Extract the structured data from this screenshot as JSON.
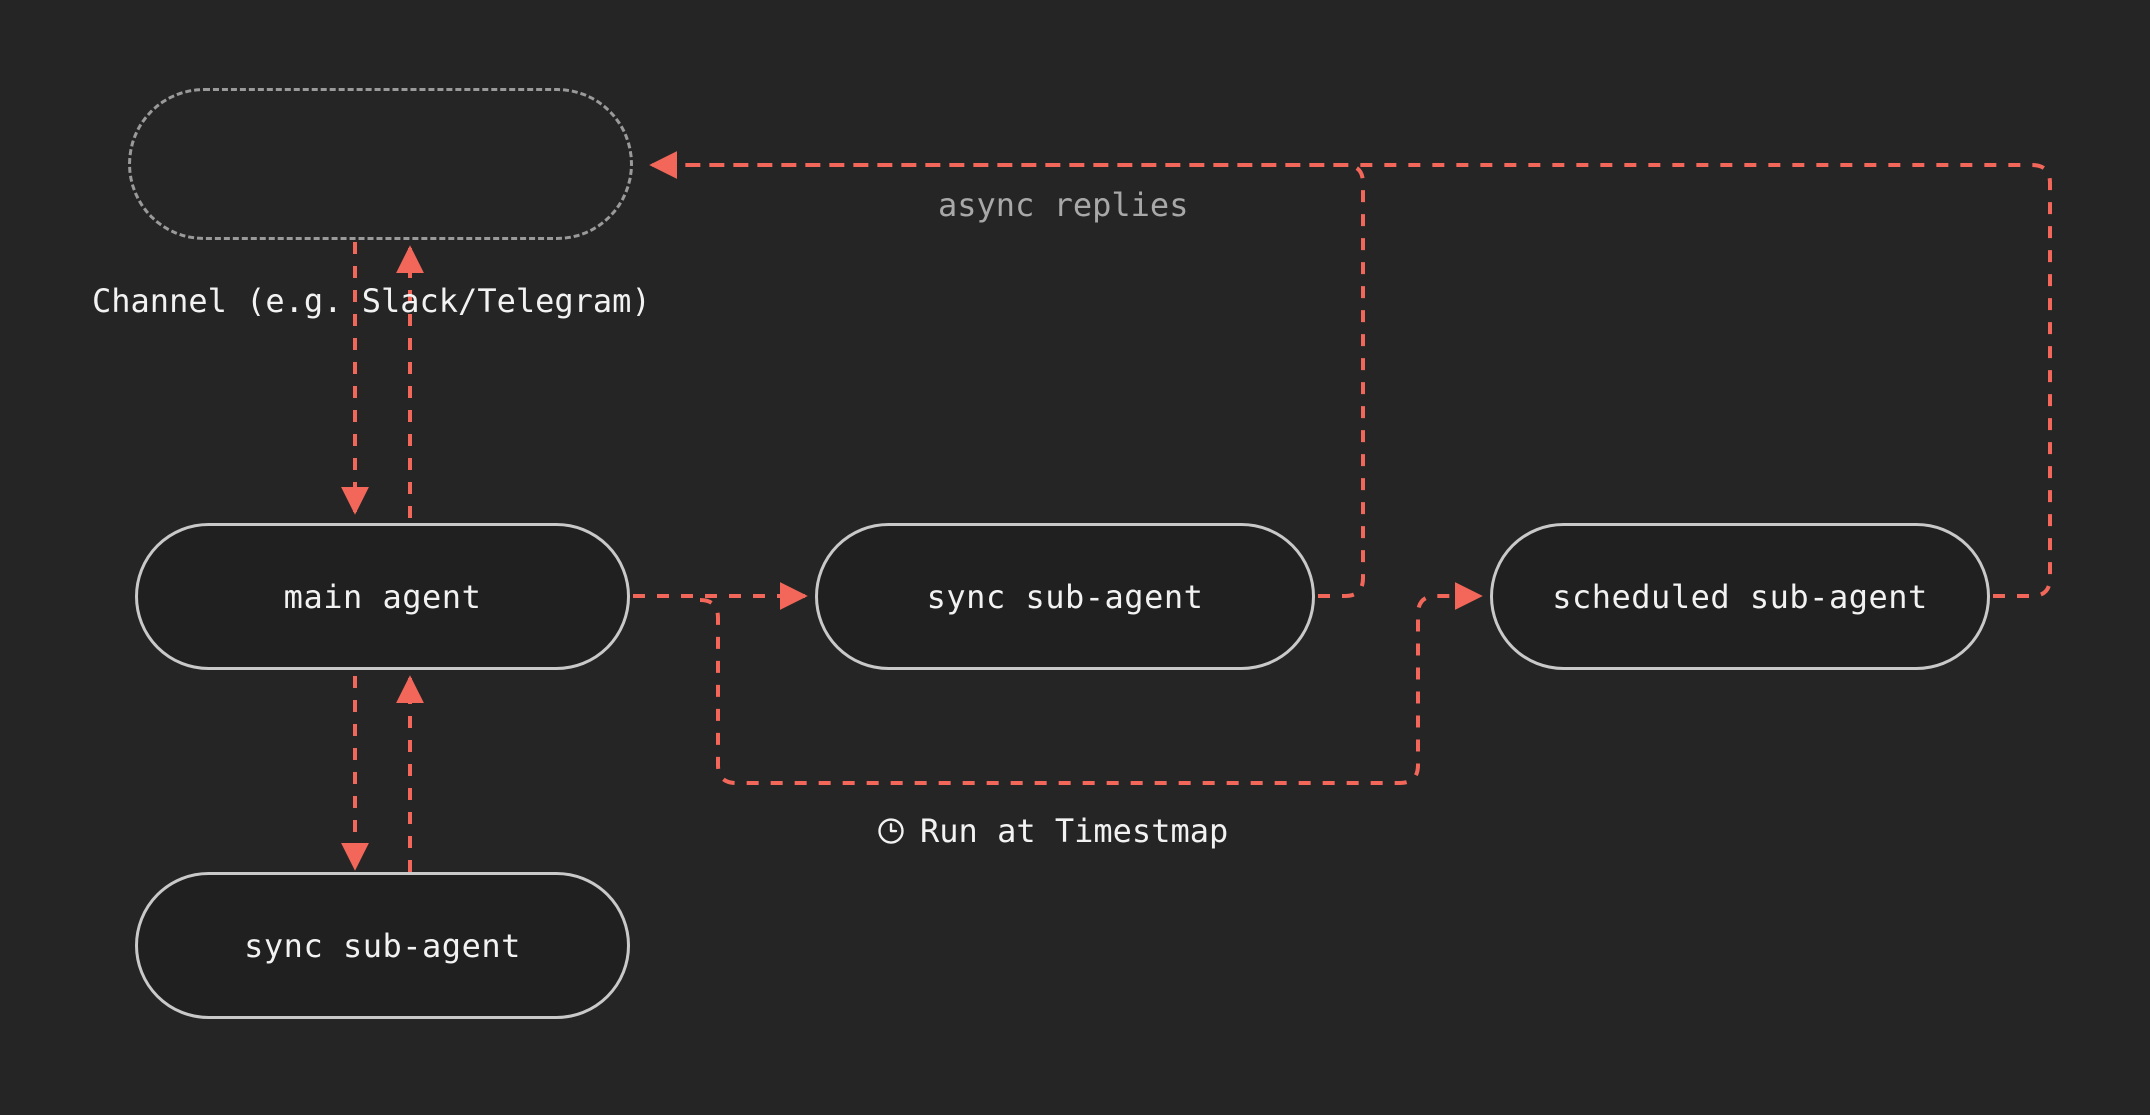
{
  "diagram": {
    "background_color": "#252525",
    "node_fill_color": "#202020",
    "node_border_color": "#c9c9c9",
    "dashed_node_border_color": "#9a9a9a",
    "edge_color": "#f2675a",
    "text_color": "#f2f2f2",
    "muted_text_color": "#a8a8a8",
    "nodes": [
      {
        "id": "channel",
        "label": "",
        "style": "dashed-pill"
      },
      {
        "id": "main_agent",
        "label": "main agent",
        "style": "solid-pill"
      },
      {
        "id": "sync_sub_mid",
        "label": "sync sub-agent",
        "style": "solid-pill"
      },
      {
        "id": "scheduled_sub",
        "label": "scheduled sub-agent",
        "style": "solid-pill"
      },
      {
        "id": "sync_sub_bottom",
        "label": "sync sub-agent",
        "style": "solid-pill"
      }
    ],
    "labels": {
      "channel_caption": "Channel (e.g. Slack/Telegram)",
      "async_replies": "async replies",
      "run_at_timestamp": "Run at Timestmap",
      "clock_icon": "clock-icon"
    },
    "edges": [
      {
        "from": "channel",
        "to": "main_agent",
        "label": ""
      },
      {
        "from": "main_agent",
        "to": "channel",
        "label": ""
      },
      {
        "from": "main_agent",
        "to": "sync_sub_bottom",
        "label": ""
      },
      {
        "from": "sync_sub_bottom",
        "to": "main_agent",
        "label": ""
      },
      {
        "from": "main_agent",
        "to": "sync_sub_mid",
        "label": ""
      },
      {
        "from": "sync_sub_mid",
        "to": "channel",
        "label": "async replies"
      },
      {
        "from": "main_agent",
        "to": "scheduled_sub",
        "label": "Run at Timestmap"
      },
      {
        "from": "scheduled_sub",
        "to": "channel",
        "label": "async replies"
      }
    ]
  }
}
